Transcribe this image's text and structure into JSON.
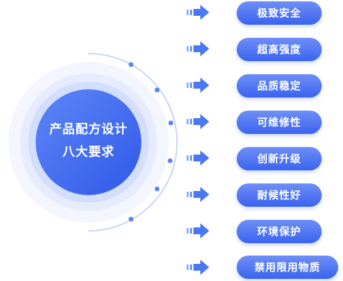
{
  "center": {
    "line1": "产品配方设计",
    "line2": "八大要求"
  },
  "requirements": [
    "极致安全",
    "超高强度",
    "品质稳定",
    "可维修性",
    "创新升级",
    "耐候性好",
    "环境保护",
    "禁用限用物质"
  ],
  "colors": {
    "accent": "#3a64ef",
    "accent_light": "#6f8ef7",
    "arrow": "#4a78f0",
    "ring_outer": "#eef2fe",
    "ring_mid": "#dde6fd",
    "ring_inner": "#c9d7fc",
    "arc": "#b9cbf8",
    "dot": "#5b83f2"
  }
}
